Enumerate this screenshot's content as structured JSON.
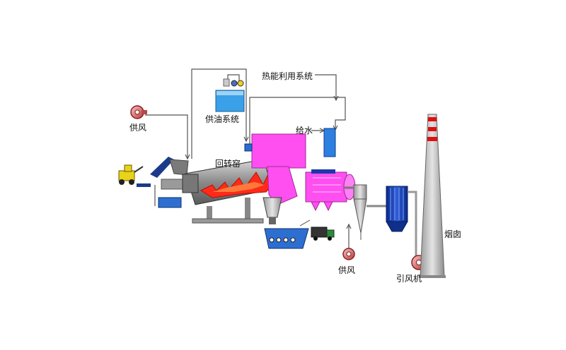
{
  "labels": {
    "air_supply_left": "供风",
    "oil_supply": "供油系统",
    "heat_recovery": "热能利用系统",
    "rotary_kiln": "回转窑",
    "water_feed": "给水",
    "air_supply_bottom": "供风",
    "induced_fan": "引风机",
    "chimney": "烟囱"
  }
}
